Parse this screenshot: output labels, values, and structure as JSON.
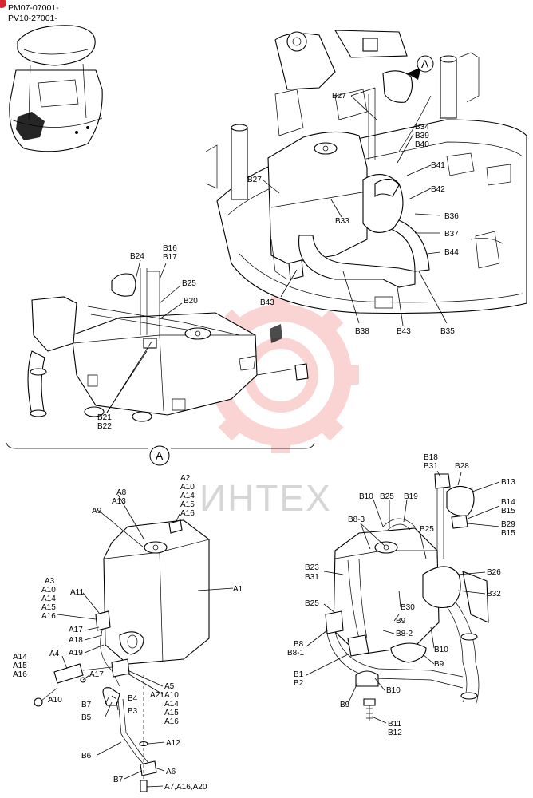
{
  "header": {
    "serial_line_1": "PM07-07001-",
    "serial_line_2": "PV10-27001-"
  },
  "watermark": {
    "text": "ИНТЕХ",
    "color": "#e8413c"
  },
  "view_marker": "A",
  "labels": {
    "b27_top": "B27",
    "a_marker": "A",
    "b34": "B34",
    "b39": "B39",
    "b40": "B40",
    "b41": "B41",
    "b27_left": "B27",
    "b42": "B42",
    "b33": "B33",
    "b36": "B36",
    "b37": "B37",
    "b44": "B44",
    "b43_left": "B43",
    "b38": "B38",
    "b43_mid": "B43",
    "b35": "B35",
    "b16": "B16",
    "b17": "B17",
    "b24": "B24",
    "b25_top": "B25",
    "b20": "B20",
    "b21": "B21",
    "b22": "B22",
    "a2": "A2",
    "a10_1": "A10",
    "a14_1": "A14",
    "a15_1": "A15",
    "a16_1": "A16",
    "a8": "A8",
    "a13": "A13",
    "a9": "A9",
    "a1": "A1",
    "a3": "A3",
    "a10_2": "A10",
    "a14_2": "A14",
    "a15_2": "A15",
    "a16_2": "A16",
    "a11": "A11",
    "a17_1": "A17",
    "a18": "A18",
    "a19": "A19",
    "a14_3": "A14",
    "a15_3": "A15",
    "a16_3": "A16",
    "a4": "A4",
    "a17_2": "A17",
    "a10_3": "A10",
    "a5": "A5",
    "a21": "A21",
    "a10_4": "A10",
    "a14_4": "A14",
    "a15_4": "A15",
    "a16_4": "A16",
    "b7_1": "B7",
    "b4": "B4",
    "b5": "B5",
    "b3": "B3",
    "a12": "A12",
    "b6": "B6",
    "b7_2": "B7",
    "a6": "A6",
    "a7": "A7,A16,A20",
    "b18": "B18",
    "b31_top": "B31",
    "b28": "B28",
    "b13": "B13",
    "b10_top": "B10",
    "b25_mid": "B25",
    "b19": "B19",
    "b14": "B14",
    "b15_1": "B15",
    "b29": "B29",
    "b15_2": "B15",
    "b8_3": "B8-3",
    "b25_right": "B25",
    "b23": "B23",
    "b31_mid": "B31",
    "b26": "B26",
    "b32": "B32",
    "b25_low": "B25",
    "b30": "B30",
    "b9_1": "B9",
    "b8_2": "B8-2",
    "b8": "B8",
    "b8_1": "B8-1",
    "b10_mid": "B10",
    "b1": "B1",
    "b2": "B2",
    "b9_2": "B9",
    "b10_low": "B10",
    "b9_3": "B9",
    "b11": "B11",
    "b12": "B12"
  }
}
